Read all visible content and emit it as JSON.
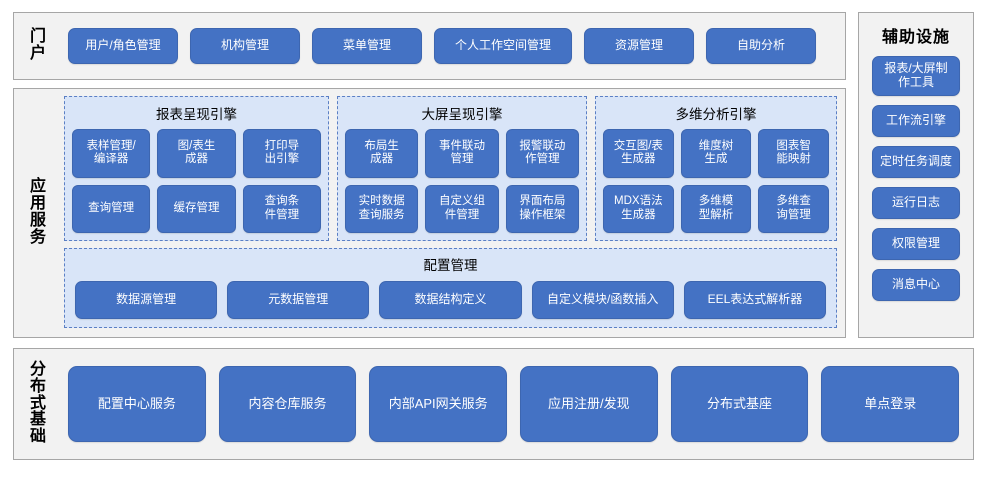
{
  "colors": {
    "button_blue": "#4472c4",
    "panel_light_blue": "#d9e5f8",
    "band_gray": "#f2f2f2",
    "band_border": "#a6a6a6",
    "dash_border": "#5b7fc4"
  },
  "portal": {
    "label": "门\n户",
    "items": [
      {
        "label": "用户/角色管理",
        "width": 110
      },
      {
        "label": "机构管理",
        "width": 110
      },
      {
        "label": "菜单管理",
        "width": 110
      },
      {
        "label": "个人工作空间管理",
        "width": 138
      },
      {
        "label": "资源管理",
        "width": 110
      },
      {
        "label": "自助分析",
        "width": 110
      }
    ]
  },
  "aux": {
    "title": "辅助设施",
    "items": [
      {
        "label": "报表/大屏制\n作工具",
        "tall": true
      },
      {
        "label": "工作流引擎",
        "tall": false
      },
      {
        "label": "定时任务调度",
        "tall": false
      },
      {
        "label": "运行日志",
        "tall": false
      },
      {
        "label": "权限管理",
        "tall": false
      },
      {
        "label": "消息中心",
        "tall": false
      }
    ]
  },
  "app_services": {
    "label": "应\n用\n服\n务",
    "engines": [
      {
        "title": "报表呈现引擎",
        "items": [
          "表样管理/\n编译器",
          "图/表生\n成器",
          "打印导\n出引擎",
          "查询管理",
          "缓存管理",
          "查询条\n件管理"
        ]
      },
      {
        "title": "大屏呈现引擎",
        "items": [
          "布局生\n成器",
          "事件联动\n管理",
          "报警联动\n作管理",
          "实时数据\n查询服务",
          "自定义组\n件管理",
          "界面布局\n操作框架"
        ]
      },
      {
        "title": "多维分析引擎",
        "items": [
          "交互图/表\n生成器",
          "维度树\n生成",
          "图表智\n能映射",
          "MDX语法\n生成器",
          "多维模\n型解析",
          "多维查\n询管理"
        ]
      }
    ],
    "config": {
      "title": "配置管理",
      "items": [
        "数据源管理",
        "元数据管理",
        "数据结构定义",
        "自定义模块/函数插入",
        "EEL表达式解析器"
      ]
    }
  },
  "distributed": {
    "label": "分\n布\n式\n基\n础",
    "items": [
      "配置中心服务",
      "内容仓库服务",
      "内部API网关服务",
      "应用注册/发现",
      "分布式基座",
      "单点登录"
    ]
  }
}
